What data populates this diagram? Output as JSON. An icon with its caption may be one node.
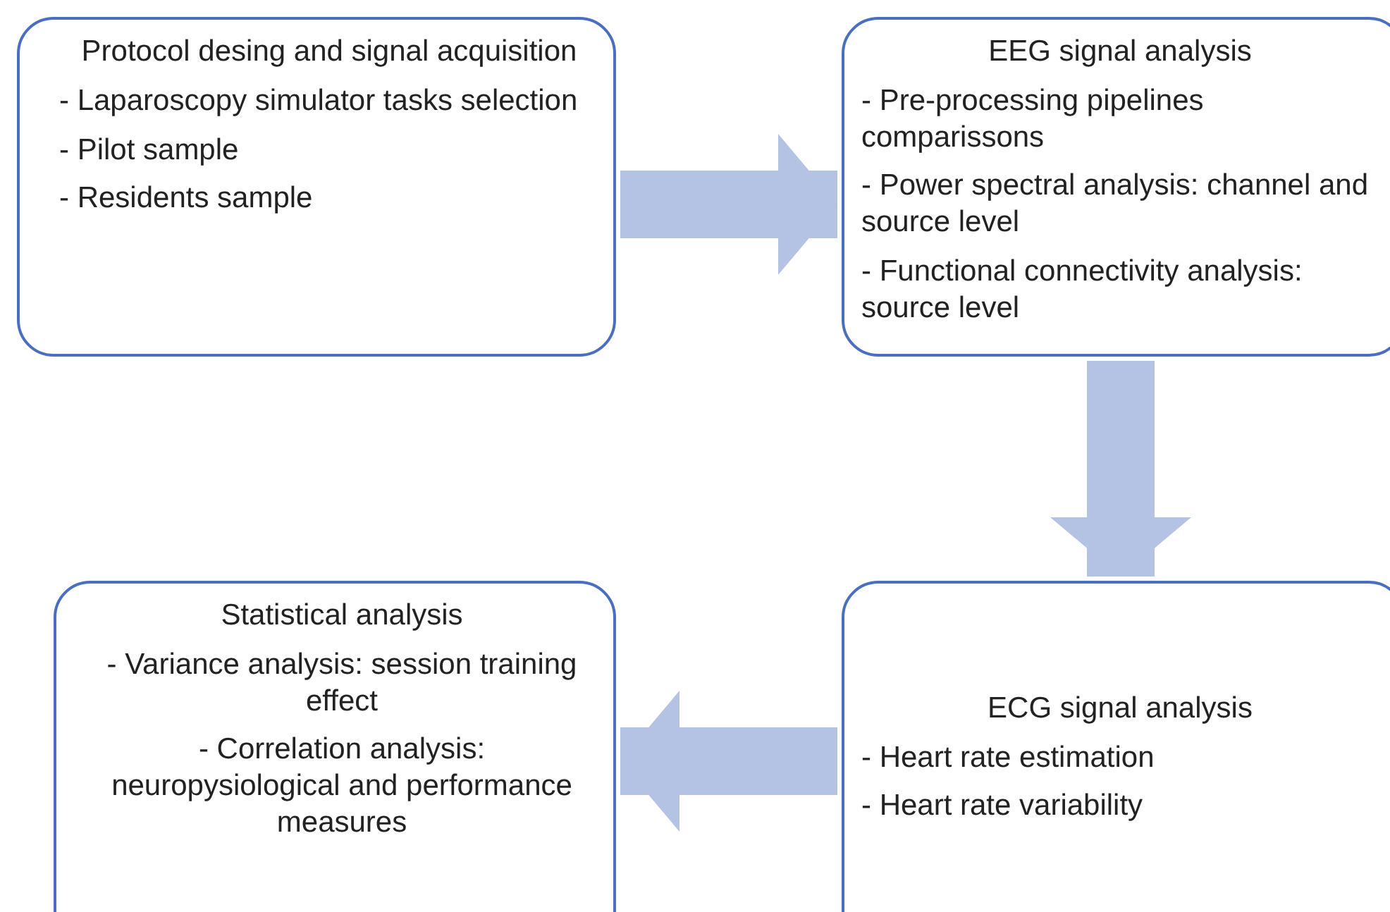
{
  "diagram": {
    "nodes": [
      {
        "text": [
          "Protocol desing and signal acquisition",
          "- Laparoscopy simulator tasks selection",
          "- Pilot sample",
          "- Residents sample"
        ]
      },
      {
        "text": [
          "EEG signal analysis",
          "- Pre-processing pipelines comparissons",
          "- Power spectral analysis: channel and source level",
          "- Functional connectivity analysis: source level"
        ]
      },
      {
        "text": [
          "ECG signal analysis",
          "- Heart rate estimation",
          "- Heart rate variability"
        ]
      },
      {
        "text": [
          "Statistical analysis",
          "- Variance analysis: session training effect",
          "- Correlation analysis: neuropysiological and performance measures"
        ]
      }
    ],
    "edges": [
      {
        "from": 0,
        "to": 1,
        "arrow": "to"
      },
      {
        "from": 1,
        "to": 2,
        "arrow": "to"
      },
      {
        "from": 2,
        "to": 3,
        "arrow": "to"
      }
    ]
  }
}
